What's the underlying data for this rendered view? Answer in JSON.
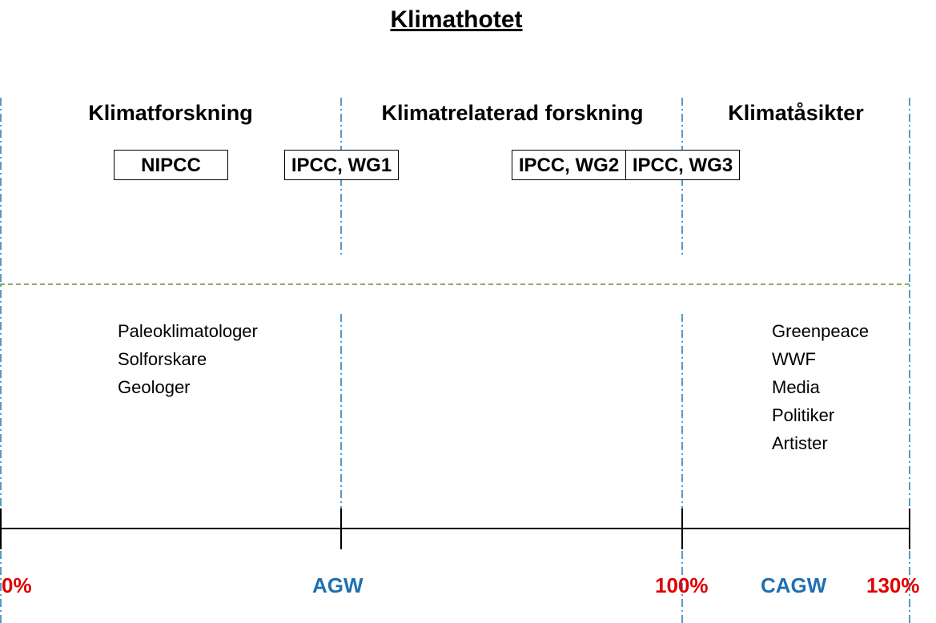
{
  "title": "Klimathotet",
  "sections": {
    "left": "Klimatforskning",
    "middle": "Klimatrelaterad forskning",
    "right": "Klimatåsikter"
  },
  "boxes": {
    "nipcc": "NIPCC",
    "wg1": "IPCC, WG1",
    "wg2": "IPCC, WG2",
    "wg3": "IPCC, WG3"
  },
  "left_list": [
    "Paleoklimatologer",
    "Solforskare",
    "Geologer"
  ],
  "right_list": [
    "Greenpeace",
    "WWF",
    "Media",
    "Politiker",
    "Artister"
  ],
  "axis": {
    "label_0": "0%",
    "label_agw": "AGW",
    "label_100": "100%",
    "label_cagw": "CAGW",
    "label_130": "130%"
  },
  "colors": {
    "percent_labels": "#e00000",
    "agw_labels": "#1f6fb2",
    "vertical_dashes": "#1f78b4",
    "horizontal_dash": "#6b8e23"
  }
}
